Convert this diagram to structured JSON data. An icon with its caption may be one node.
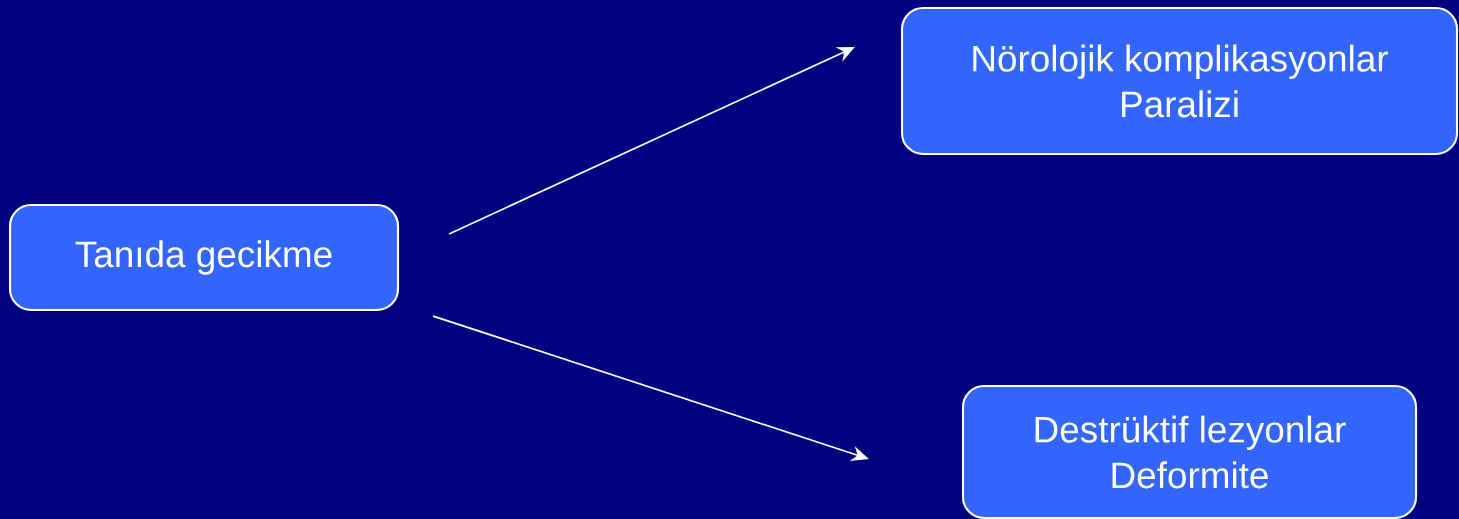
{
  "diagram": {
    "nodes": [
      {
        "text": [
          "Tanıda gecikme"
        ]
      },
      {
        "text": [
          "Nörolojik komplikasyonlar",
          "Paralizi"
        ]
      },
      {
        "text": [
          "Destrüktif lezyonlar",
          "Deformite"
        ]
      }
    ],
    "edges": [
      {
        "from": 0,
        "to": 1,
        "arrow": "to"
      },
      {
        "from": 0,
        "to": 2,
        "arrow": "to"
      }
    ]
  }
}
